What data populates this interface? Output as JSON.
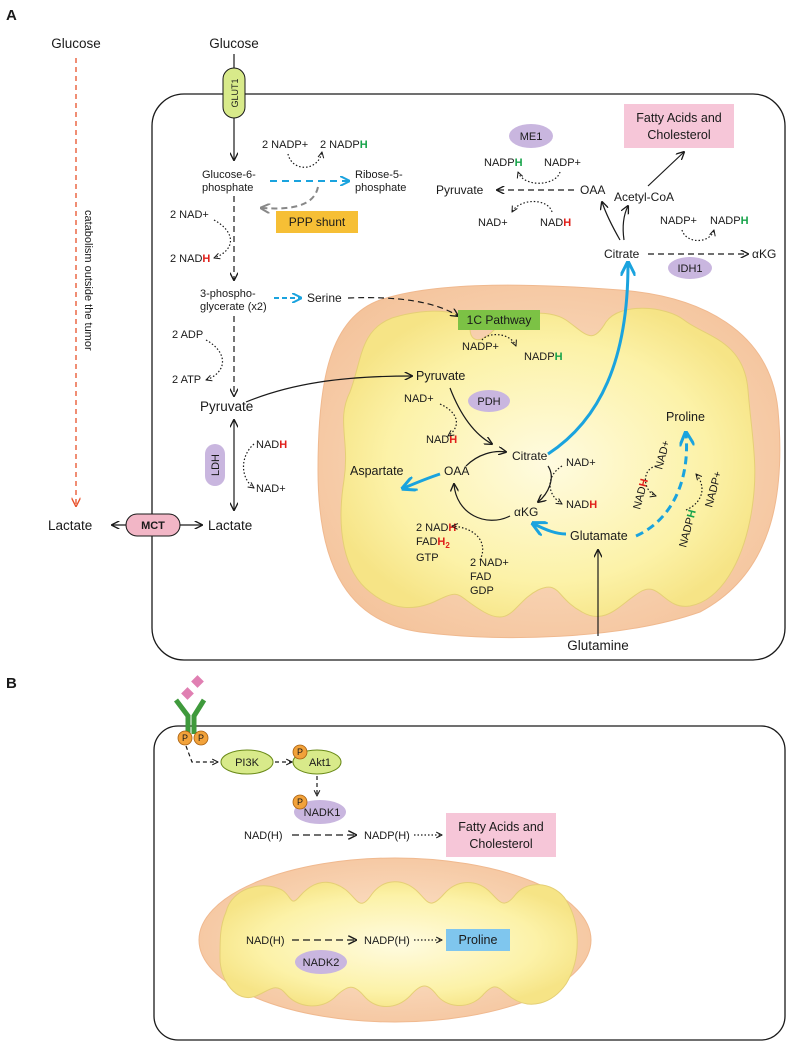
{
  "colors": {
    "red_h": "#e0201b",
    "green_h": "#17a34a",
    "blue_arrow": "#1aa3de",
    "catabolism_arrow": "#e8502a",
    "glut1_fill": "#d8ea8a",
    "mct_fill": "#f2b6c6",
    "enzyme_fill": "#c9b6df",
    "ppp_fill": "#f6bf35",
    "onec_fill": "#7cc245",
    "fatty_fill": "#f6c6d8",
    "proline_fill": "#7fc6ee",
    "mito_outer": "#f6c9a3",
    "mito_inner": "#fbf1a8",
    "phospho_fill": "#f2a23a",
    "receptor_fill": "#3f9a3c",
    "ligand_fill": "#e07fb2"
  },
  "panel_a": {
    "label": "A",
    "outside": {
      "glucose": "Glucose",
      "catabolism": "catabolism outside the tumor",
      "lactate": "Lactate"
    },
    "transporters": {
      "glut1": "GLUT1",
      "mct": "MCT"
    },
    "cytosol": {
      "glucose": "Glucose",
      "g6p_line1": "Glucose-6-",
      "g6p_line2": "phosphate",
      "r5p_line1": "Ribose-5-",
      "r5p_line2": "phosphate",
      "ppp_nadp": "2 NADP+",
      "ppp_nadph_base": "2 NADP",
      "ppp_shunt": "PPP shunt",
      "nad_in": "2 NAD+",
      "nadh_base": "2 NAD",
      "pg3_line1": "3-phospho-",
      "pg3_line2": "glycerate (x2)",
      "serine": "Serine",
      "adp": "2 ADP",
      "atp": "2 ATP",
      "pyruvate": "Pyruvate",
      "ldh": "LDH",
      "ldh_nadh_base": "NAD",
      "ldh_nad": "NAD+",
      "lactate": "Lactate",
      "me1": "ME1",
      "me1_nadph_base": "NADP",
      "me1_nadp": "NADP+",
      "me1_pyruvate": "Pyruvate",
      "me1_oaa": "OAA",
      "me1_nad": "NAD+",
      "me1_nadh_base": "NAD",
      "fatty": "Fatty Acids and Cholesterol",
      "acetyl_coa": "Acetyl-CoA",
      "idh1_nadp": "NADP+",
      "idh1_nadph_base": "NADP",
      "citrate": "Citrate",
      "akg": "αKG",
      "idh1": "IDH1"
    },
    "mito": {
      "onec": "1C Pathway",
      "onec_nadp": "NADP+",
      "onec_nadph_base": "NADP",
      "pyruvate": "Pyruvate",
      "pdh": "PDH",
      "pdh_nad": "NAD+",
      "pdh_nadh_base": "NAD",
      "proline": "Proline",
      "citrate": "Citrate",
      "oaa": "OAA",
      "aspartate": "Aspartate",
      "tca_nad": "NAD+",
      "tca_nadh_base": "NAD",
      "akg": "αKG",
      "glutamate": "Glutamate",
      "nadh2_base": "2 NAD",
      "fadh2_base": "FAD",
      "gtp": "GTP",
      "nad2": "2 NAD+",
      "fad": "FAD",
      "gdp": "GDP",
      "p5cs_nadh_base": "NAD",
      "p5cs_nad": "NAD+",
      "p5cs_nadph_base": "NADP",
      "p5cs_nadp": "NADP+"
    },
    "glutamine": "Glutamine",
    "h": "H",
    "h2": "2"
  },
  "panel_b": {
    "label": "B",
    "phospho": "P",
    "pi3k": "PI3K",
    "akt1": "Akt1",
    "nadk1": "NADK1",
    "nad_h": "NAD(H)",
    "nadp_h": "NADP(H)",
    "fatty": "Fatty Acids and Cholesterol",
    "mito_nad_h": "NAD(H)",
    "mito_nadp_h": "NADP(H)",
    "nadk2": "NADK2",
    "proline": "Proline"
  }
}
